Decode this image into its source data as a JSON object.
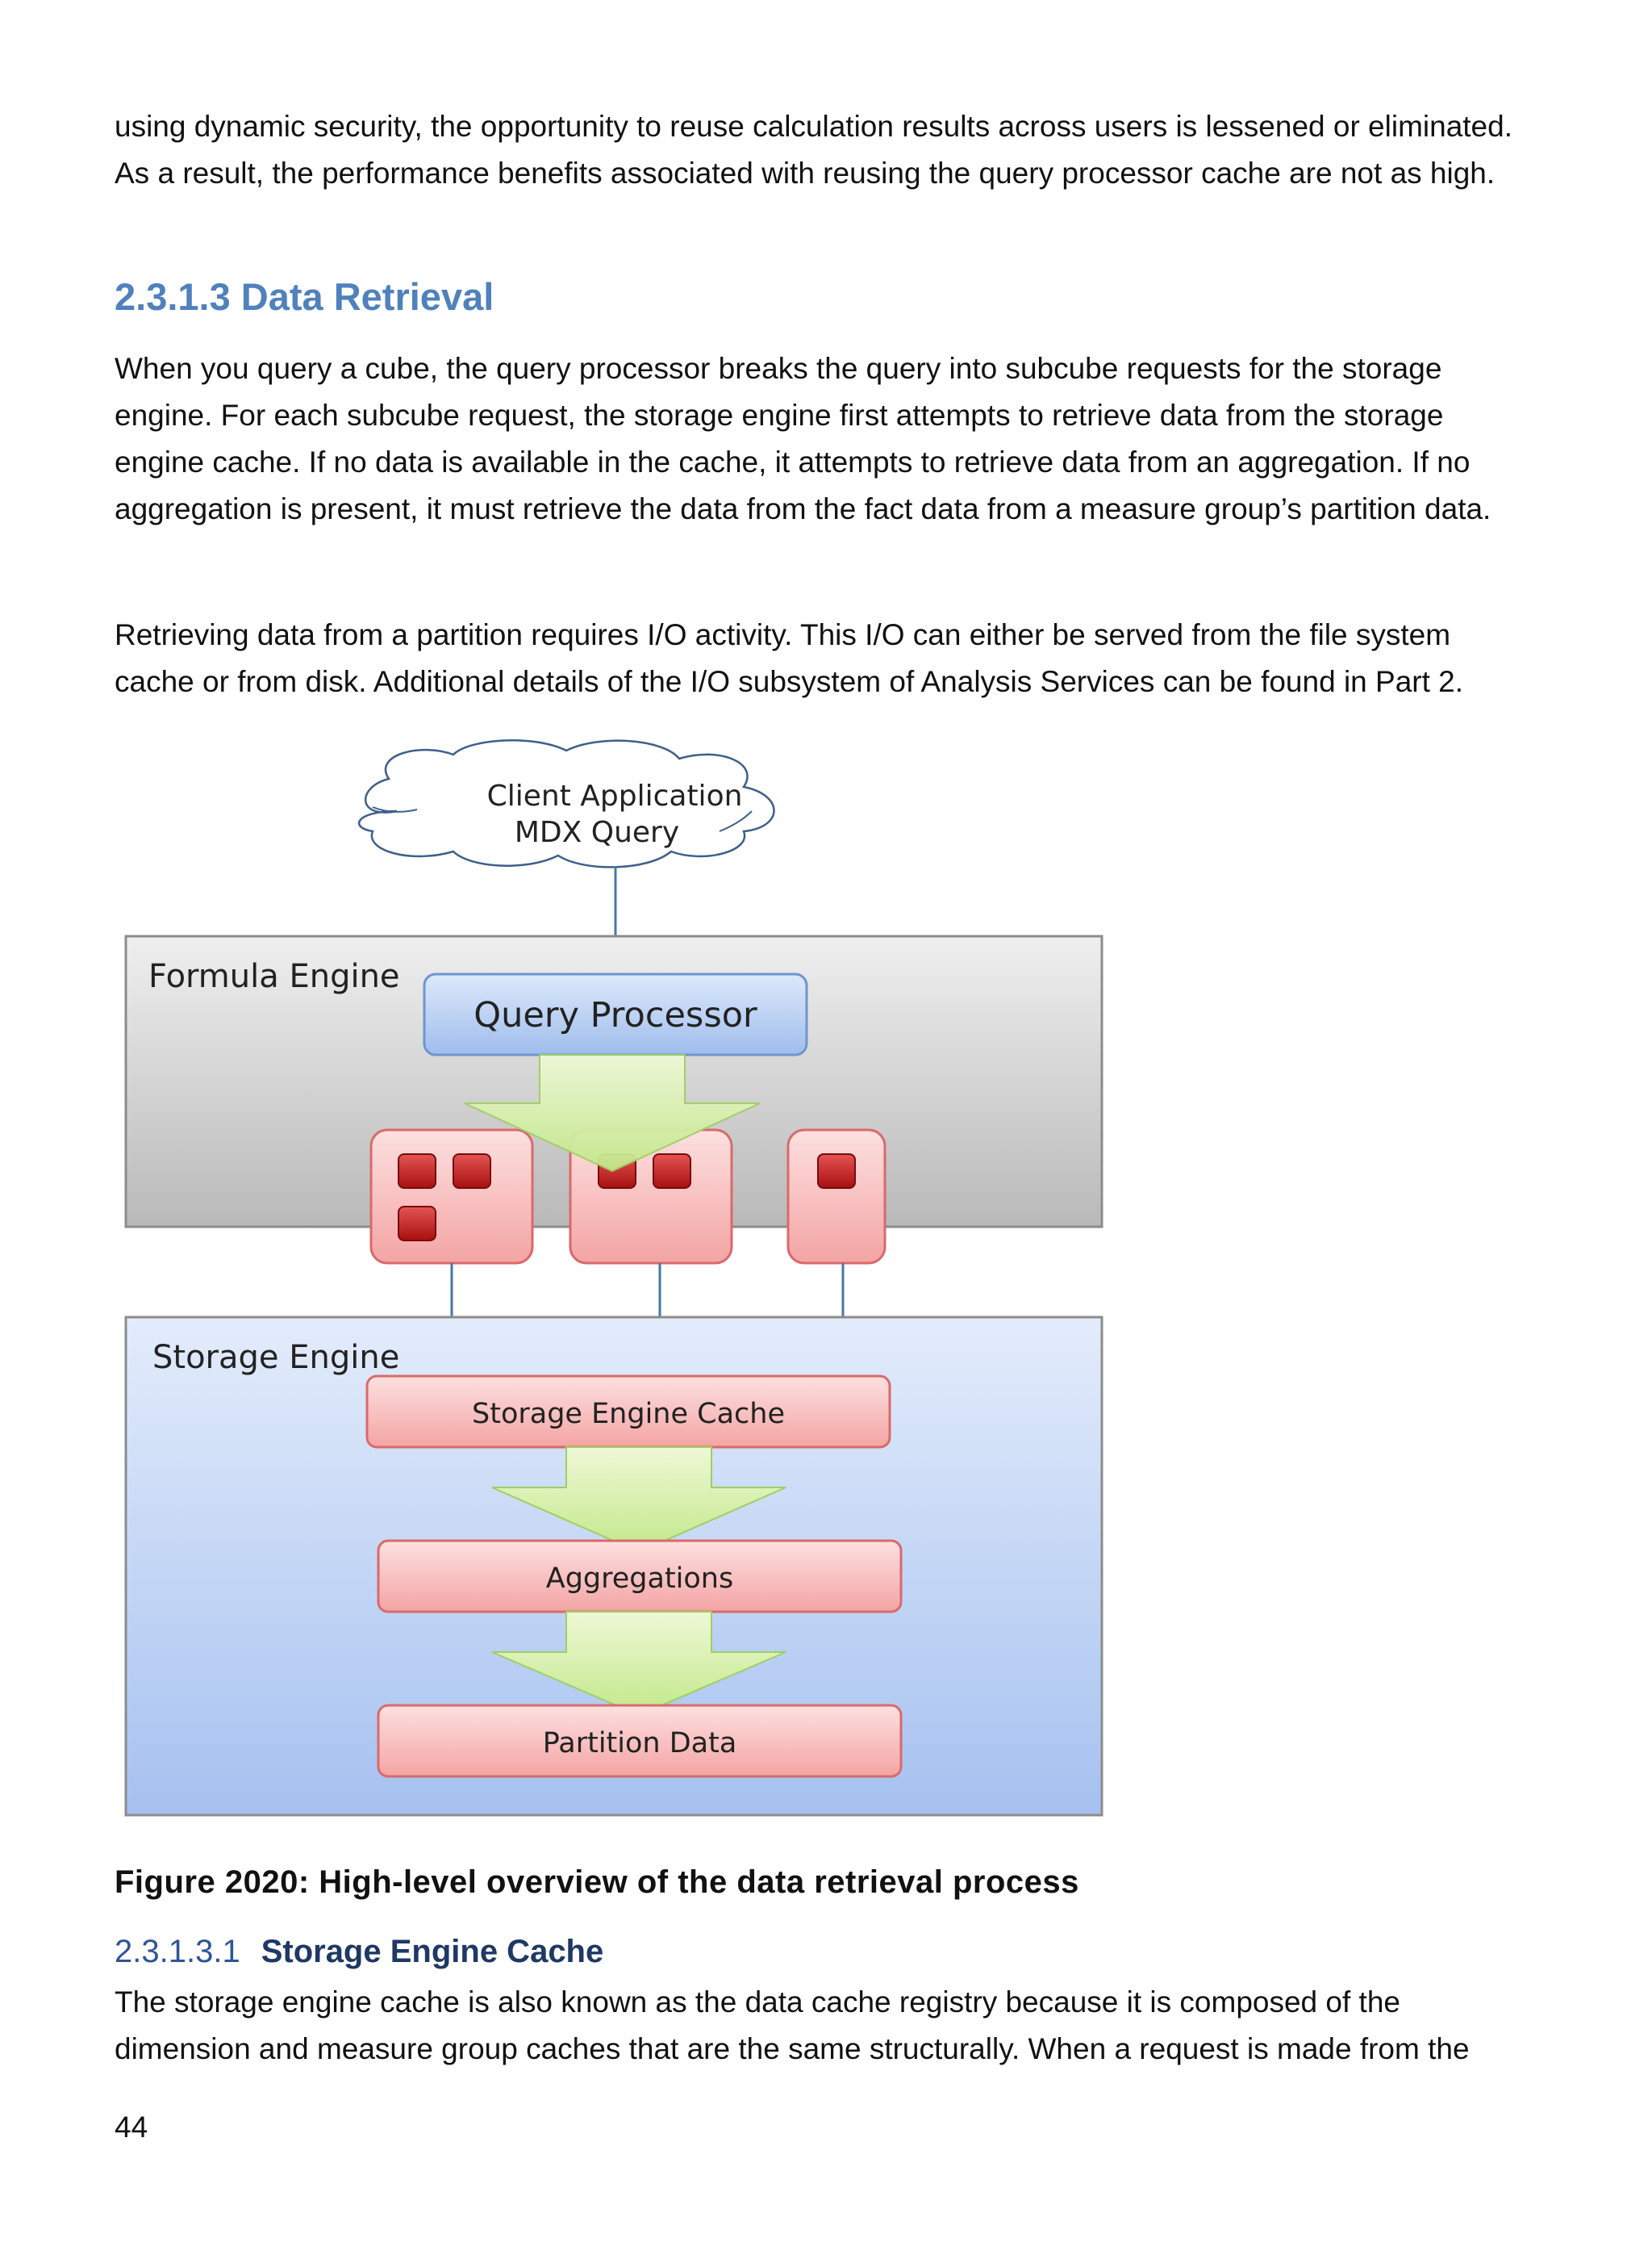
{
  "intro": "using dynamic security, the opportunity to reuse calculation results across users is lessened or eliminated. As a result, the performance benefits associated with reusing the query processor cache are not as high.",
  "section": {
    "heading": "2.3.1.3 Data Retrieval",
    "paragraphs": [
      "When you query a cube, the query processor breaks the query into subcube requests for the storage engine. For each subcube request, the storage engine first attempts to retrieve data from the storage engine cache. If no data is available in the cache, it attempts to retrieve data from an aggregation. If no aggregation is present, it must retrieve the data from the fact data from a measure group’s partition data.",
      "Retrieving data from a partition requires I/O activity. This I/O can either be served from the file system cache or from disk. Additional details of the I/O subsystem of Analysis Services can be found in Part 2."
    ]
  },
  "diagram": {
    "client_line1": "Client Application",
    "client_line2": "MDX Query",
    "formula_engine": "Formula Engine",
    "query_processor": "Query Processor",
    "storage_engine": "Storage Engine",
    "storage_engine_cache": "Storage Engine Cache",
    "aggregations": "Aggregations",
    "partition_data": "Partition Data"
  },
  "figure_caption": "Figure 2020: High-level overview of the data retrieval process",
  "subsection": {
    "number": "2.3.1.3.1",
    "title": "Storage Engine Cache",
    "paragraph": "The storage engine cache is also known as the data cache registry because it is composed of the dimension and measure group caches that are the same structurally. When a request is made from the"
  },
  "page_number": "44"
}
